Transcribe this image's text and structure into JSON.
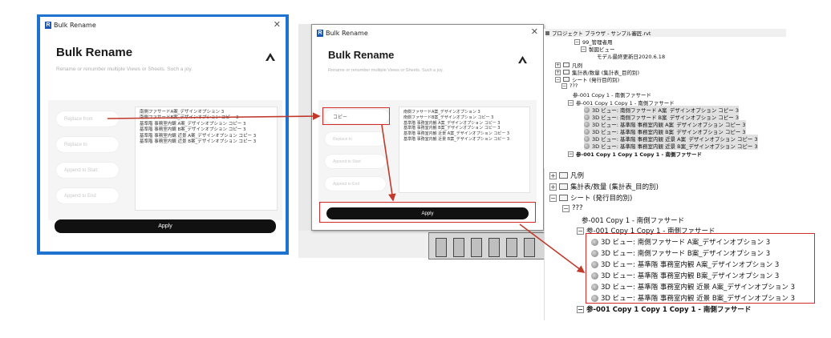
{
  "dialog": {
    "window_title": "Bulk Rename",
    "heading": "Bulk Rename",
    "subtitle": "Rename or renumber multiple Views or Sheets. Such a joy.",
    "close_glyph": "✕",
    "logo_letter": "R",
    "fields": {
      "replace_from_placeholder": "Replace from",
      "replace_to_placeholder": "Replace to",
      "append_start_placeholder": "Append to Start",
      "append_end_placeholder": "Append to End"
    },
    "apply_label": "Apply",
    "items": [
      "南側ファサードA案_デザインオプション 3",
      "南側ファサードB案_デザインオプション コピー 3",
      "基準階 事務室内観 A案_デザインオプション コピー 3",
      "基準階 事務室内観 B案_デザインオプション コピー 3",
      "基準階 事務室内観 近景 A案_デザインオプション コピー 3",
      "基準階 事務室内観 近景 B案_デザインオプション コピー 3"
    ]
  },
  "dialog_after": {
    "window_title": "Bulk Rename",
    "heading": "Bulk Rename",
    "subtitle": "Rename or renumber multiple Views or Sheets. Such a joy.",
    "close_glyph": "✕",
    "replace_from_value": "コピー",
    "apply_label": "Apply"
  },
  "browser_top": {
    "title": "プロジェクト ブラウザ - サンプル審匠.rvt",
    "rows": [
      {
        "text": "99_管理者用",
        "kind": "folder"
      },
      {
        "text": "製図ビュー",
        "kind": "folder"
      },
      {
        "text": "モデル最終更新日2020.6.18",
        "kind": "leaf"
      },
      {
        "text": "凡例",
        "kind": "folder"
      },
      {
        "text": "集計表/数量 (集計表_目的別)",
        "kind": "folder"
      },
      {
        "text": "シート (発行目的別)",
        "kind": "folder"
      },
      {
        "text": "???",
        "kind": "folder"
      },
      {
        "text": "参-001 Copy 1 - 南側ファサード",
        "kind": "leaf"
      },
      {
        "text": "参-001 Copy 1 Copy 1 - 南側ファサード",
        "kind": "folder"
      },
      {
        "text": "3D ビュー: 南側ファサード A案_デザインオプション コピー 3",
        "kind": "view"
      },
      {
        "text": "3D ビュー: 南側ファサード B案_デザインオプション コピー 3",
        "kind": "view"
      },
      {
        "text": "3D ビュー: 基準階 事務室内観 A案_デザインオプション コピー 3",
        "kind": "view"
      },
      {
        "text": "3D ビュー: 基準階 事務室内観 B案_デザインオプション コピー 3",
        "kind": "view"
      },
      {
        "text": "3D ビュー: 基準階 事務室内観 近景 A案_デザインオプション コピー 3",
        "kind": "view"
      },
      {
        "text": "3D ビュー: 基準階 事務室内観 近景 B案_デザインオプション コピー 3",
        "kind": "view"
      },
      {
        "text": "参-001 Copy 1 Copy 1 Copy 1 - 南側ファサード",
        "kind": "folder"
      }
    ]
  },
  "browser_bottom": {
    "rows": [
      {
        "text": "凡例",
        "kind": "folder"
      },
      {
        "text": "集計表/数量 (集計表_目的別)",
        "kind": "folder"
      },
      {
        "text": "シート (発行目的別)",
        "kind": "folder"
      },
      {
        "text": "???",
        "kind": "folder"
      },
      {
        "text": "参-001 Copy 1 - 南側ファサード",
        "kind": "leaf"
      },
      {
        "text": "参-001 Copy 1 Copy 1 - 南側ファサード",
        "kind": "folder"
      },
      {
        "text": "3D ビュー: 南側ファサード A案_デザインオプション 3",
        "kind": "view"
      },
      {
        "text": "3D ビュー: 南側ファサード B案_デザインオプション 3",
        "kind": "view"
      },
      {
        "text": "3D ビュー: 基準階 事務室内観 A案_デザインオプション 3",
        "kind": "view"
      },
      {
        "text": "3D ビュー: 基準階 事務室内観 B案_デザインオプション 3",
        "kind": "view"
      },
      {
        "text": "3D ビュー: 基準階 事務室内観 近景 A案_デザインオプション 3",
        "kind": "view"
      },
      {
        "text": "3D ビュー: 基準階 事務室内観 近景 B案_デザインオプション 3",
        "kind": "view"
      },
      {
        "text": "参-001 Copy 1 Copy 1 Copy 1 - 南側ファサード",
        "kind": "folder"
      }
    ]
  },
  "colors": {
    "accent_red": "#d42a2a",
    "dialog_border_blue": "#1e73d0",
    "apply_black": "#111111"
  }
}
